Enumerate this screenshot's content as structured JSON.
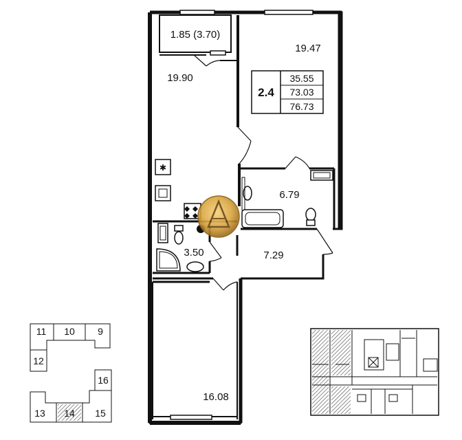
{
  "apartment": {
    "code": "2.4",
    "areas": [
      "35.55",
      "73.03",
      "76.73"
    ]
  },
  "rooms": [
    {
      "id": "balcony",
      "label": "1.85 (3.70)"
    },
    {
      "id": "bedroom",
      "label": "19.47"
    },
    {
      "id": "kitchen",
      "label": "19.90"
    },
    {
      "id": "bathroom",
      "label": "6.79"
    },
    {
      "id": "wc",
      "label": "3.50"
    },
    {
      "id": "hall",
      "label": "7.29"
    },
    {
      "id": "living",
      "label": "16.08"
    }
  ],
  "sections": [
    "11",
    "10",
    "9",
    "12",
    "16",
    "13",
    "14",
    "15"
  ],
  "highlighted_section": "14",
  "colors": {
    "wall": "#111111",
    "logo_gold": "#d9a640",
    "hatch": "#444444"
  },
  "icons": [
    "stove-icon",
    "sink-icon",
    "bathtub-icon",
    "toilet-icon",
    "washbasin-icon",
    "shower-icon",
    "watermark-logo-icon"
  ]
}
